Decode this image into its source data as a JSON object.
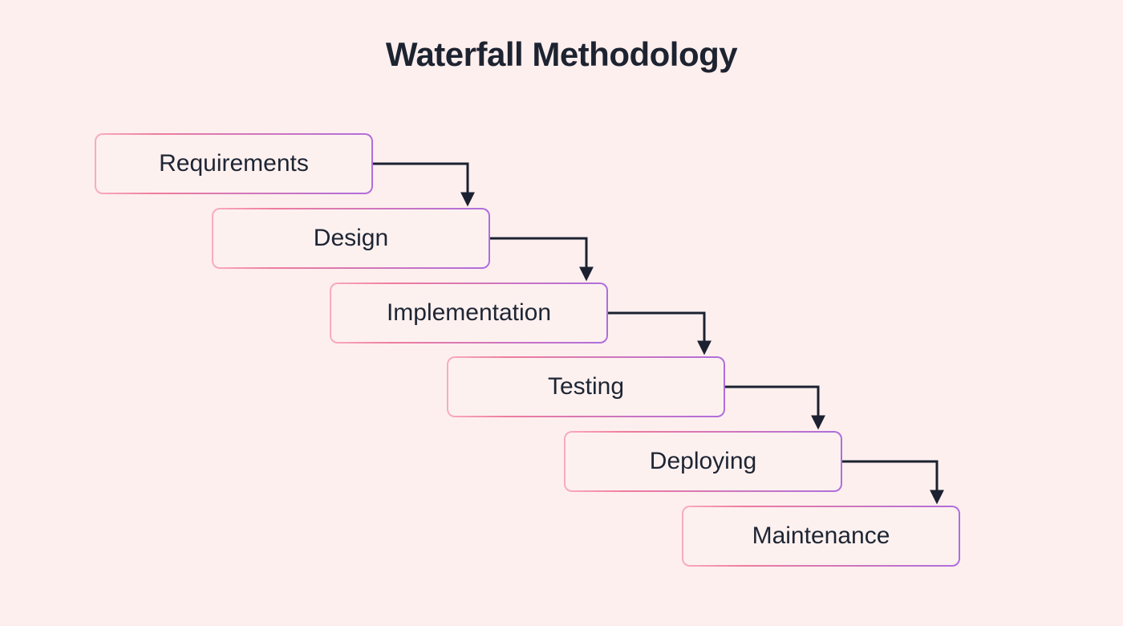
{
  "title": "Waterfall Methodology",
  "diagram": {
    "type": "flowchart-staircase",
    "boxes": [
      {
        "id": "requirements",
        "label": "Requirements"
      },
      {
        "id": "design",
        "label": "Design"
      },
      {
        "id": "implementation",
        "label": "Implementation"
      },
      {
        "id": "testing",
        "label": "Testing"
      },
      {
        "id": "deploying",
        "label": "Deploying"
      },
      {
        "id": "maintenance",
        "label": "Maintenance"
      }
    ],
    "connections": [
      {
        "from": "requirements",
        "to": "design"
      },
      {
        "from": "design",
        "to": "implementation"
      },
      {
        "from": "implementation",
        "to": "testing"
      },
      {
        "from": "testing",
        "to": "deploying"
      },
      {
        "from": "deploying",
        "to": "maintenance"
      }
    ]
  },
  "colors": {
    "page_background": "#FDEFEE",
    "box_fill": "#FDF1F0",
    "border_gradient_start": "#F8ADBC",
    "border_gradient_mid": "#EE7D9E",
    "border_gradient_end": "#AE6EDD",
    "connector_stroke": "#1B2130",
    "title_text": "#1D2330",
    "box_text": "#1E2533"
  }
}
